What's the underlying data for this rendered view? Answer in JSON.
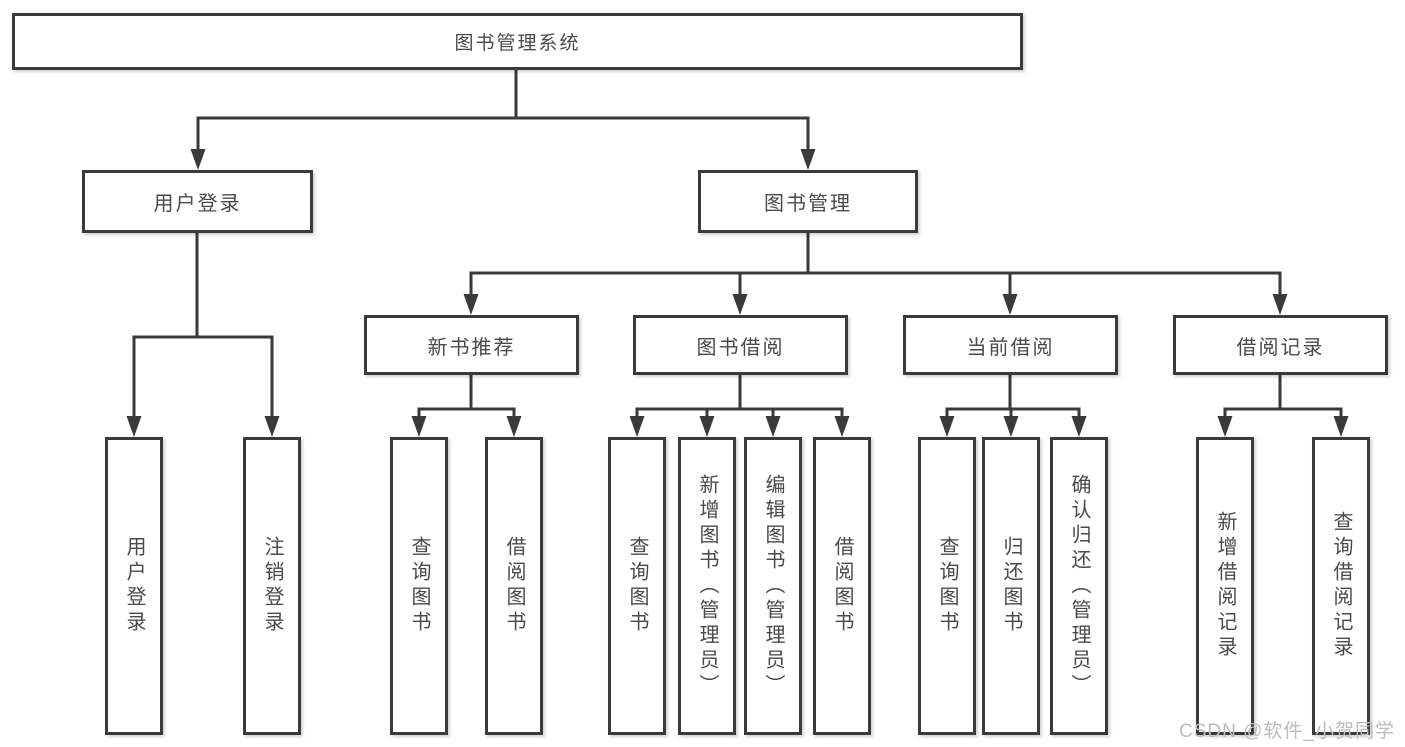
{
  "title": {
    "label": "图书管理系统"
  },
  "branches": {
    "user_login": {
      "label": "用户登录",
      "children": [
        {
          "label": "用户登录"
        },
        {
          "label": "注销登录"
        }
      ]
    },
    "book_management": {
      "label": "图书管理",
      "children": {
        "new_book": {
          "label": "新书推荐",
          "children": [
            {
              "label": "查询图书"
            },
            {
              "label": "借阅图书"
            }
          ]
        },
        "borrow": {
          "label": "图书借阅",
          "children": [
            {
              "label": "查询图书"
            },
            {
              "label": "新增图书（管理员）"
            },
            {
              "label": "编辑图书（管理员）"
            },
            {
              "label": "借阅图书"
            }
          ]
        },
        "current": {
          "label": "当前借阅",
          "children": [
            {
              "label": "查询图书"
            },
            {
              "label": "归还图书"
            },
            {
              "label": "确认归还（管理员）"
            }
          ]
        },
        "records": {
          "label": "借阅记录",
          "children": [
            {
              "label": "新增借阅记录"
            },
            {
              "label": "查询借阅记录"
            }
          ]
        }
      }
    }
  },
  "watermark": {
    "text": "CSDN @软件_小贺同学"
  },
  "colors": {
    "line": "#3a3a3a",
    "text": "#4a4a4a",
    "background": "#ffffff",
    "watermark": "#bcbcbc"
  }
}
